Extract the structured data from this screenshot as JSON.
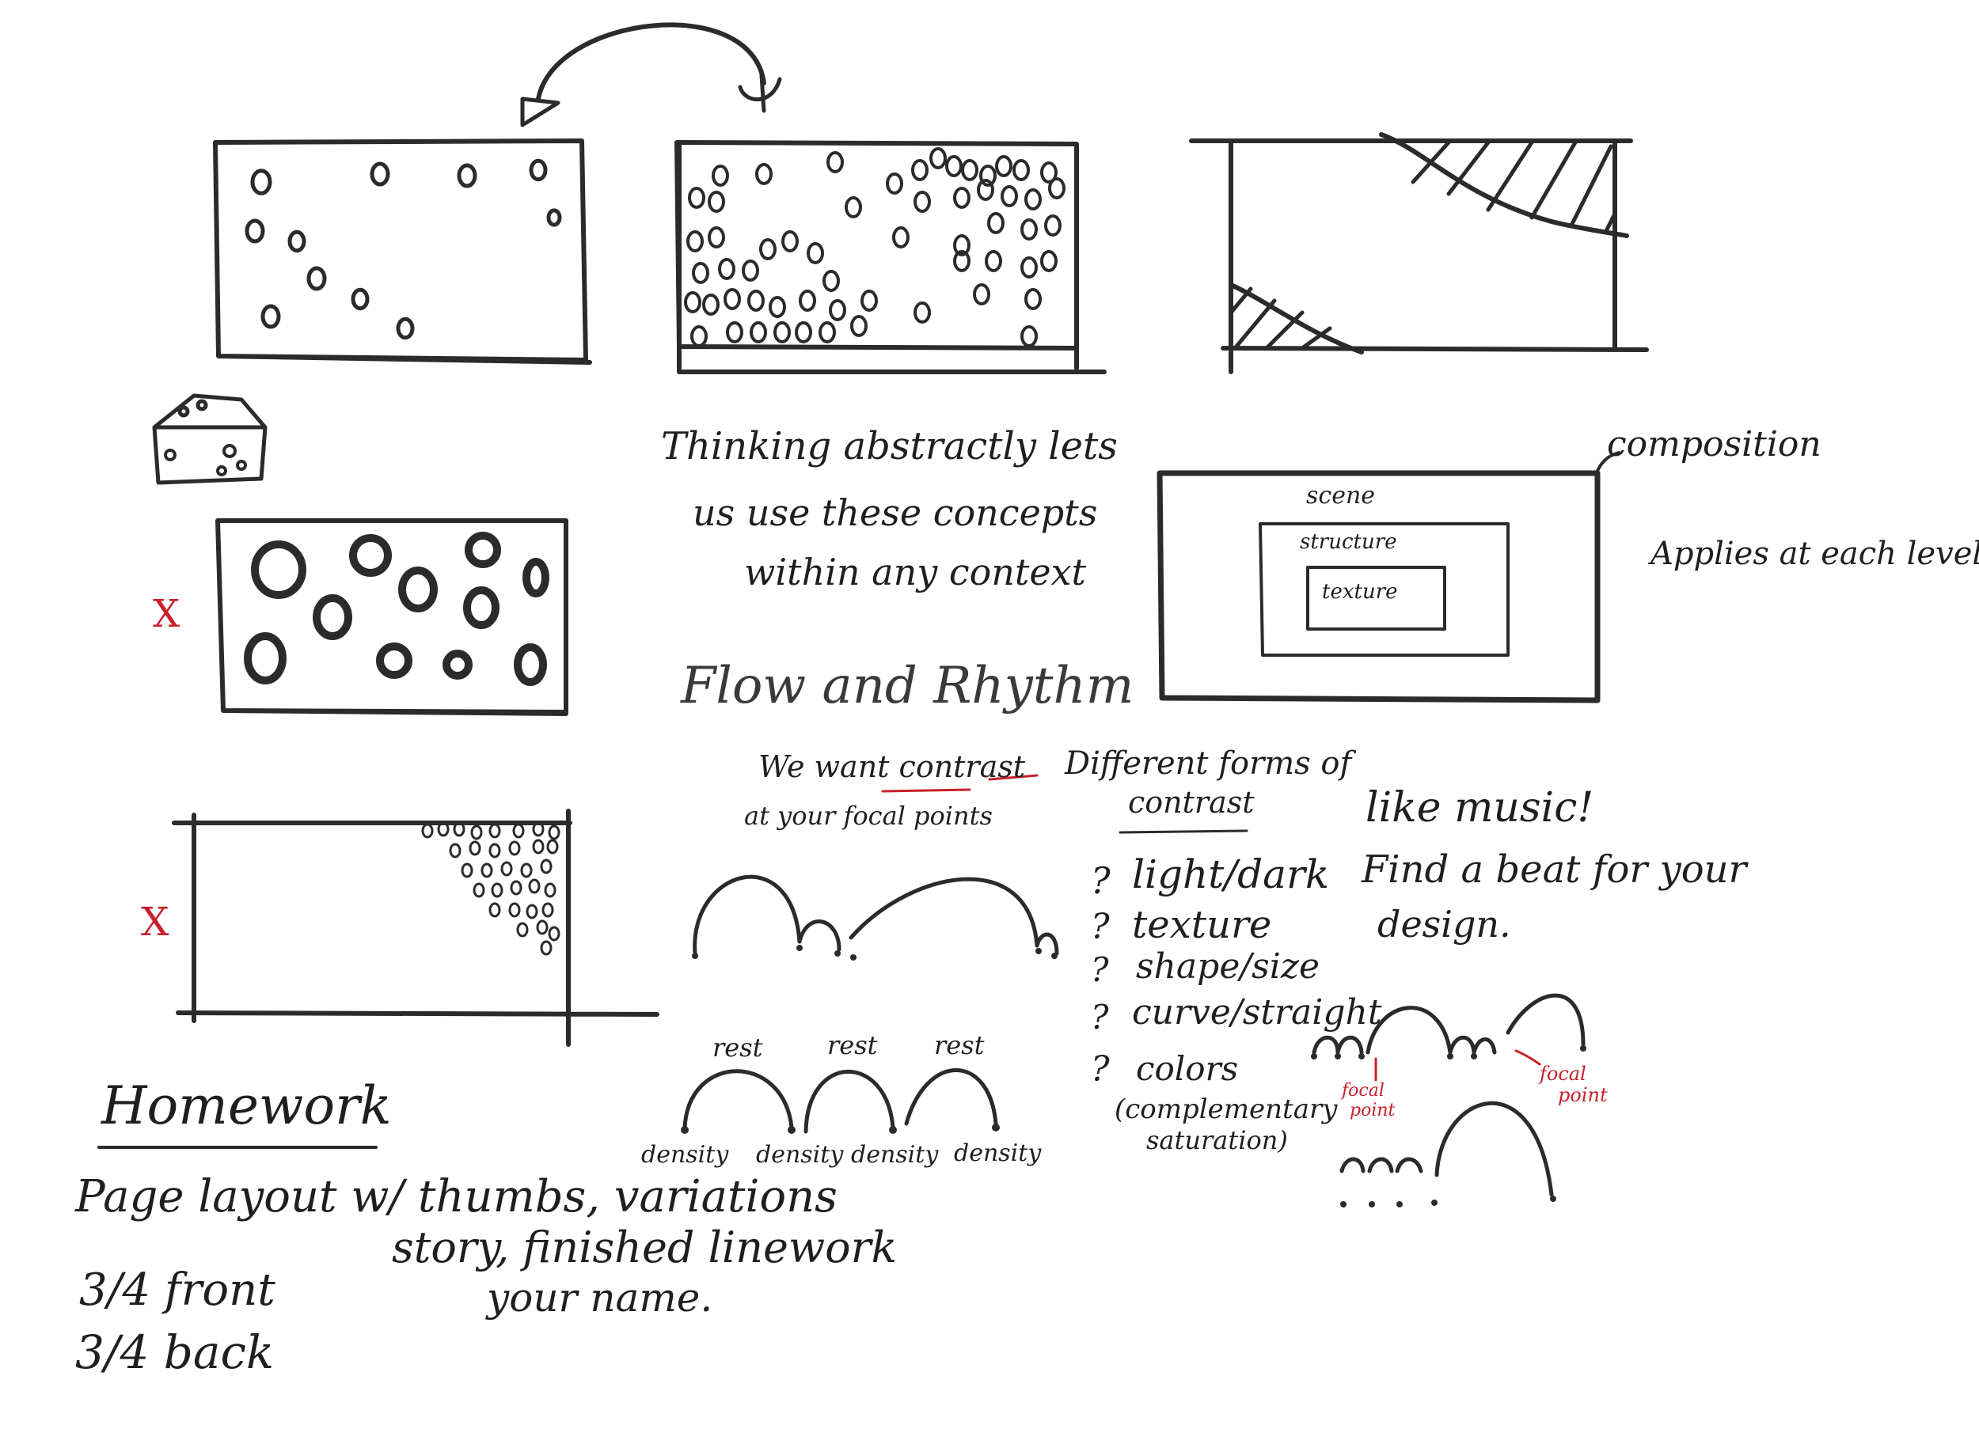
{
  "notes": {
    "abstract_line1": "Thinking abstractly lets",
    "abstract_line2": "us use these concepts",
    "abstract_line3": "within any context",
    "composition": "composition",
    "scene": "scene",
    "structure": "structure",
    "texture": "texture",
    "applies": "Applies at each level",
    "flow_title": "Flow and Rhythm",
    "contrast_line1": "We want contrast",
    "contrast_line2": "at your focal points",
    "forms_line1": "Different forms of",
    "forms_line2": "contrast",
    "music_line1": "like music!",
    "music_line2": "Find a beat for your",
    "music_line3": "design.",
    "list": [
      "light/dark",
      "texture",
      "shape/size",
      "curve/straight",
      "colors"
    ],
    "list_sub1": "(complementary",
    "list_sub2": "saturation)",
    "list_bullet": "?",
    "rest": "rest",
    "density": "density",
    "focal": "focal",
    "point": "point",
    "reject_mark": "X"
  },
  "homework": {
    "title": "Homework",
    "line1": "Page layout w/ thumbs, variations",
    "line2": "story, finished linework",
    "line3": "your name.",
    "item1": "3/4 front",
    "item2": "3/4 back"
  },
  "colors": {
    "ink": "#2b2b2b",
    "red": "#c8202a"
  }
}
